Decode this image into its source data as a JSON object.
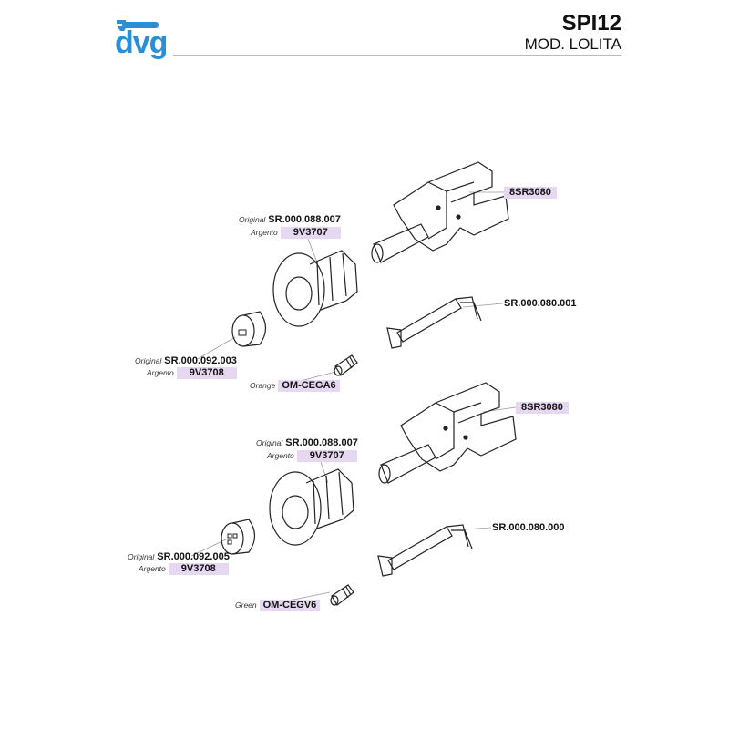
{
  "header": {
    "logo_text": "dvg",
    "title": "SPI12",
    "subtitle": "MOD. LOLITA"
  },
  "colors": {
    "brand": "#2a8fd6",
    "label_box": "#e6d8f0"
  },
  "group1": {
    "mixer_code": "8SR3080",
    "cartridge_code": "SR.000.080.001",
    "flange": {
      "original_label": "Original",
      "original_code": "SR.000.088.007",
      "finish_label": "Argento",
      "finish_code": "9V3707"
    },
    "knob": {
      "original_label": "Original",
      "original_code": "SR.000.092.003",
      "finish_label": "Argento",
      "finish_code": "9V3708"
    },
    "insert": {
      "color_label": "Orange",
      "code": "OM-CEGA6"
    }
  },
  "group2": {
    "mixer_code": "8SR3080",
    "cartridge_code": "SR.000.080.000",
    "flange": {
      "original_label": "Original",
      "original_code": "SR.000.088.007",
      "finish_label": "Argento",
      "finish_code": "9V3707"
    },
    "knob": {
      "original_label": "Original",
      "original_code": "SR.000.092.005",
      "finish_label": "Argento",
      "finish_code": "9V3708"
    },
    "insert": {
      "color_label": "Green",
      "code": "OM-CEGV6"
    }
  }
}
